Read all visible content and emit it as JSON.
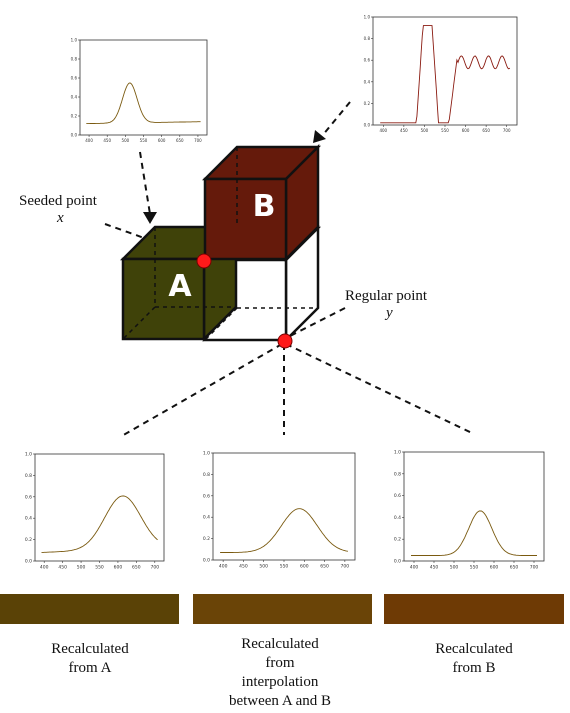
{
  "cube_labels": {
    "a": "A",
    "b": "B"
  },
  "seeded_point": {
    "label": "Seeded point",
    "var": "x"
  },
  "regular_point": {
    "label": "Regular point",
    "var": "y"
  },
  "colors": {
    "cube_a": "#3f4209",
    "cube_b": "#651a0b",
    "point": "#ff1a1a",
    "curve": "#7a5a10",
    "swatch_a": "#5a4206",
    "swatch_mid": "#6a4407",
    "swatch_b": "#6e3a05"
  },
  "plots": {
    "spectrum_a": {
      "yticks": [
        "1.0",
        "0.8",
        "0.6",
        "0.4",
        "0.2",
        "0.0"
      ],
      "xticks": [
        "400",
        "450",
        "500",
        "550",
        "600",
        "650",
        "700"
      ]
    },
    "spectrum_b": {
      "yticks": [
        "1.0",
        "0.8",
        "0.6",
        "0.4",
        "0.2",
        "0.0"
      ],
      "xticks": [
        "400",
        "450",
        "500",
        "550",
        "600",
        "650",
        "700"
      ]
    },
    "recalc_a": {
      "yticks": [
        "1.0",
        "0.8",
        "0.6",
        "0.4",
        "0.2",
        "0.0"
      ],
      "xticks": [
        "400",
        "450",
        "500",
        "550",
        "600",
        "650",
        "700"
      ]
    },
    "recalc_mid": {
      "yticks": [
        "1.0",
        "0.8",
        "0.6",
        "0.4",
        "0.2",
        "0.0"
      ],
      "xticks": [
        "400",
        "450",
        "500",
        "550",
        "600",
        "650",
        "700"
      ]
    },
    "recalc_b": {
      "yticks": [
        "1.0",
        "0.8",
        "0.6",
        "0.4",
        "0.2",
        "0.0"
      ],
      "xticks": [
        "400",
        "450",
        "500",
        "550",
        "600",
        "650",
        "700"
      ]
    }
  },
  "captions": {
    "a": "Recalculated\nfrom A",
    "mid": "Recalculated\nfrom\ninterpolation\nbetween A and B",
    "b": "Recalculated\nfrom B"
  }
}
